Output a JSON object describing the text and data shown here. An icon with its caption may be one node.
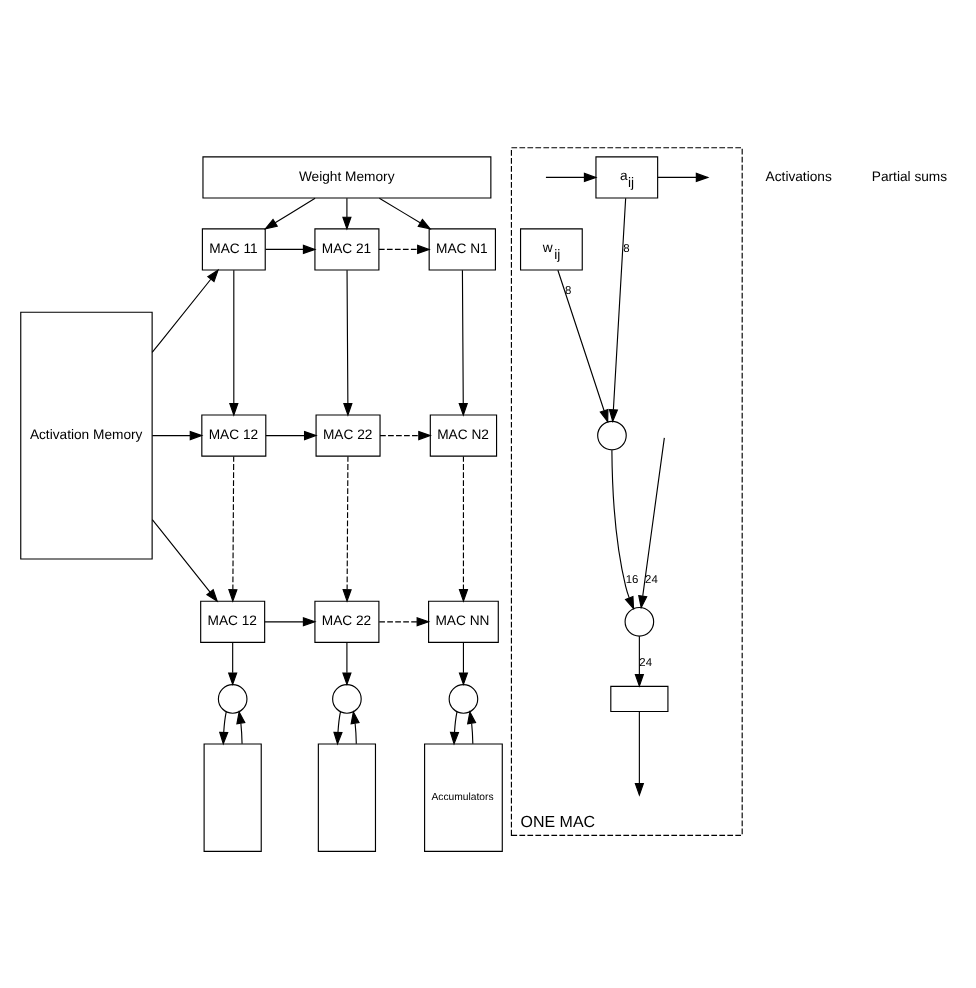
{
  "diagram": {
    "nodes": [
      {
        "text": [
          "Weight Memory"
        ]
      },
      {
        "text": [
          "Activation Memory"
        ]
      },
      {
        "text": [
          "MAC 11"
        ]
      },
      {
        "text": [
          "MAC 21"
        ]
      },
      {
        "text": [
          "MAC N1"
        ]
      },
      {
        "text": [
          "MAC 12"
        ]
      },
      {
        "text": [
          "MAC 22"
        ]
      },
      {
        "text": [
          "MAC N2"
        ]
      },
      {
        "text": [
          "MAC 12"
        ]
      },
      {
        "text": [
          "MAC 22"
        ]
      },
      {
        "text": [
          "MAC NN"
        ]
      },
      {
        "text": [],
        "shape": "circle"
      },
      {
        "text": [],
        "shape": "circle"
      },
      {
        "text": [],
        "shape": "circle"
      },
      {
        "text": [],
        "shape": "box"
      },
      {
        "text": [],
        "shape": "box"
      },
      {
        "text": [
          "Accumulators"
        ]
      },
      {
        "text": [
          "ONE MAC"
        ]
      },
      {
        "text": [
          "a$_{ij}$"
        ],
        "in": 17
      },
      {
        "text": [
          "w$_{ij}$"
        ],
        "in": 17
      },
      {
        "text": [],
        "shape": "circle",
        "in": 17
      },
      {
        "text": [],
        "shape": "circle",
        "in": 17
      },
      {
        "text": [],
        "shape": "box",
        "in": 17
      }
    ],
    "edges": [
      {
        "from": 0,
        "to": 2,
        "arrow": "to"
      },
      {
        "from": 0,
        "to": 3,
        "arrow": "to"
      },
      {
        "from": 0,
        "to": 4,
        "arrow": "to"
      },
      {
        "from": 1,
        "to": 2,
        "arrow": "to"
      },
      {
        "from": 1,
        "to": 5,
        "arrow": "to"
      },
      {
        "from": 1,
        "to": 8,
        "arrow": "to"
      },
      {
        "from": 2,
        "to": 3,
        "arrow": "to"
      },
      {
        "from": 3,
        "to": 4,
        "arrow": "to",
        "style": "dashed"
      },
      {
        "from": 5,
        "to": 6,
        "arrow": "to"
      },
      {
        "from": 6,
        "to": 7,
        "arrow": "to",
        "style": "dashed"
      },
      {
        "from": 8,
        "to": 9,
        "arrow": "to"
      },
      {
        "from": 9,
        "to": 10,
        "arrow": "to",
        "style": "dashed"
      },
      {
        "from": 2,
        "to": 5,
        "arrow": "to"
      },
      {
        "from": 3,
        "to": 6,
        "arrow": "to"
      },
      {
        "from": 4,
        "to": 7,
        "arrow": "to"
      },
      {
        "from": 5,
        "to": 8,
        "arrow": "to",
        "style": "dashed"
      },
      {
        "from": 6,
        "to": 9,
        "arrow": "to",
        "style": "dashed"
      },
      {
        "from": 7,
        "to": 10,
        "arrow": "to",
        "style": "dashed"
      },
      {
        "from": 8,
        "to": 11,
        "arrow": "to"
      },
      {
        "from": 9,
        "to": 12,
        "arrow": "to"
      },
      {
        "from": 10,
        "to": 13,
        "arrow": "to"
      },
      {
        "from": 11,
        "to": 14,
        "arrow": "to"
      },
      {
        "from": 12,
        "to": 15,
        "arrow": "to"
      },
      {
        "from": 13,
        "to": 16,
        "arrow": "to"
      },
      {
        "from": 14,
        "to": 11,
        "arrow": "to"
      },
      {
        "from": 15,
        "to": 12,
        "arrow": "to"
      },
      {
        "from": 16,
        "to": 13,
        "arrow": "to"
      },
      {
        "from": null,
        "to": 18,
        "arrow": "to"
      },
      {
        "from": 18,
        "to": 20,
        "arrow": "to",
        "label": "8"
      },
      {
        "from": 19,
        "to": 20,
        "arrow": "to",
        "label": "8"
      },
      {
        "from": 20,
        "to": 21,
        "arrow": "to",
        "label": "16"
      },
      {
        "from": null,
        "to": 21,
        "arrow": "to",
        "label": "24"
      },
      {
        "from": 21,
        "to": 22,
        "arrow": "to",
        "label": "24"
      },
      {
        "from": 18,
        "to": null,
        "arrow": "to"
      },
      {
        "from": 22,
        "to": null,
        "arrow": "to"
      }
    ],
    "labels": [
      "Activations",
      "Partial sums"
    ]
  }
}
